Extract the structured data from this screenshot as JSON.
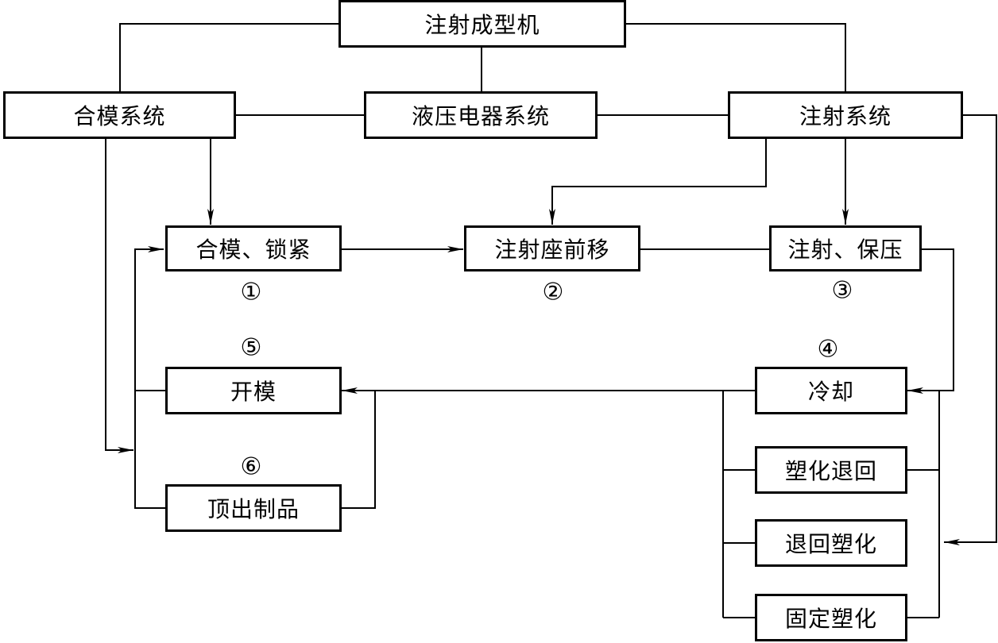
{
  "top": {
    "label": "注射成型机"
  },
  "systems": {
    "mold_clamping": "合模系统",
    "hydraulic_electric": "液压电器系统",
    "injection": "注射系统"
  },
  "steps": {
    "clamp_lock": "合模、锁紧",
    "seat_forward": "注射座前移",
    "inject_hold": "注射、保压",
    "cooling": "冷却",
    "open_mold": "开模",
    "eject_product": "顶出制品"
  },
  "plasticize_options": {
    "plasticize_then_retract": "塑化退回",
    "retract_then_plasticize": "退回塑化",
    "fixed_plasticize": "固定塑化"
  },
  "step_numbers": {
    "n1": "①",
    "n2": "②",
    "n3": "③",
    "n4": "④",
    "n5": "⑤",
    "n6": "⑥"
  }
}
